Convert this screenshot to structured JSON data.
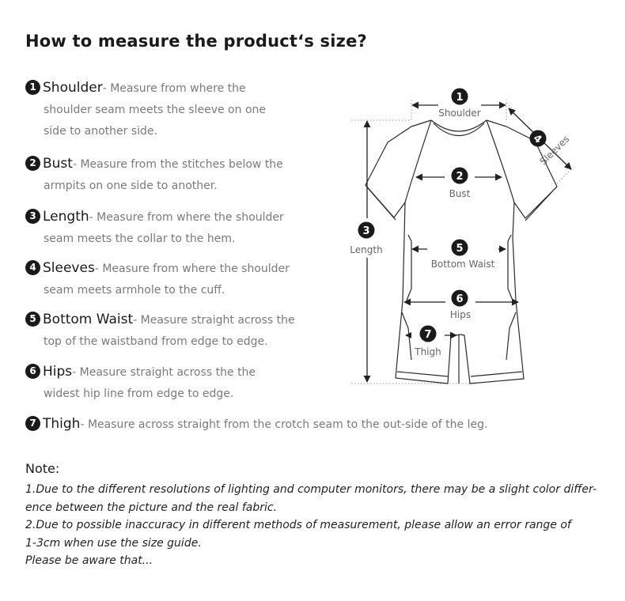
{
  "title": "How to measure the product‘s size?",
  "items": [
    {
      "num": "1",
      "name": "Shoulder",
      "desc_first": "- Measure from where the",
      "desc_rest": [
        "shoulder seam meets the sleeve on one",
        "side to another side."
      ]
    },
    {
      "num": "2",
      "name": "Bust",
      "desc_first": "- Measure from the stitches below the",
      "desc_rest": [
        "armpits on one side to another."
      ]
    },
    {
      "num": "3",
      "name": "Length",
      "desc_first": "- Measure from where the shoulder",
      "desc_rest": [
        "seam meets the collar to the hem."
      ]
    },
    {
      "num": "4",
      "name": "Sleeves",
      "desc_first": "- Measure from where the shoulder",
      "desc_rest": [
        "seam meets armhole to the cuff."
      ]
    },
    {
      "num": "5",
      "name": "Bottom Waist",
      "desc_first": "- Measure straight across the",
      "desc_rest": [
        "top of the waistband from edge to edge."
      ]
    },
    {
      "num": "6",
      "name": "Hips",
      "desc_first": "- Measure straight across the the",
      "desc_rest": [
        "widest hip line from edge to edge."
      ]
    },
    {
      "num": "7",
      "name": "Thigh",
      "desc_first": "- Measure across straight from the crotch seam to the out-side of the leg.",
      "desc_rest": []
    }
  ],
  "diagram": {
    "labels": {
      "shoulder": "Shoulder",
      "bust": "Bust",
      "length": "Length",
      "sleeves": "Sleeves",
      "bottom_waist": "Bottom Waist",
      "hips": "Hips",
      "thigh": "Thigh"
    },
    "badges": {
      "shoulder": "1",
      "bust": "2",
      "length": "3",
      "sleeves": "4",
      "bottom_waist": "5",
      "hips": "6",
      "thigh": "7"
    }
  },
  "note": {
    "title": "Note:",
    "lines": [
      "1.Due to the different resolutions of lighting and computer monitors, there may be a slight color differ-",
      "ence between the picture and the real fabric.",
      "2.Due to possible inaccuracy in different methods of measurement, please allow an error range of",
      "1-3cm when use the size guide.",
      "Please be aware that..."
    ]
  }
}
